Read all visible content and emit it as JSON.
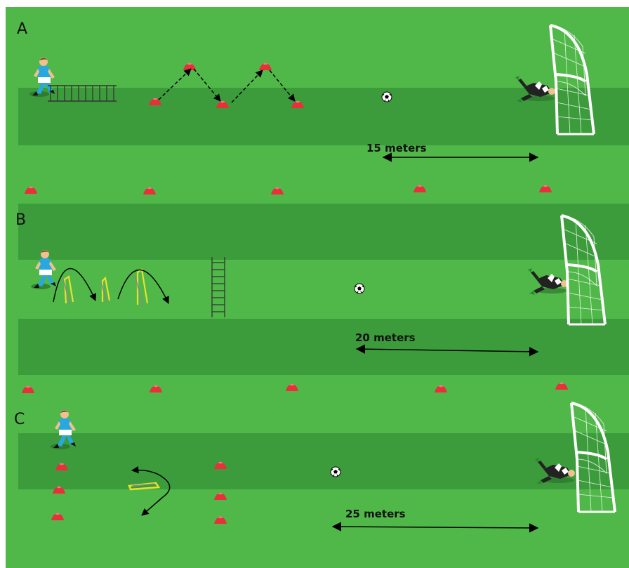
{
  "drills": [
    {
      "label": "A",
      "distance": "15 meters"
    },
    {
      "label": "B",
      "distance": "20 meters"
    },
    {
      "label": "C",
      "distance": "25 meters"
    }
  ],
  "colors": {
    "grass": "#50b848",
    "stripe": "#3c9c3c",
    "cone": "#e8303a",
    "hurdle": "#e8e030",
    "player_shirt": "#29a8e0",
    "keeper": "#222222"
  },
  "icons": [
    "player-icon",
    "agility-ladder-icon",
    "cone-icon",
    "hurdle-icon",
    "ball-icon",
    "goalkeeper-icon",
    "goal-icon",
    "distance-arrow-icon",
    "movement-arrow-icon",
    "agility-ring-icon"
  ]
}
